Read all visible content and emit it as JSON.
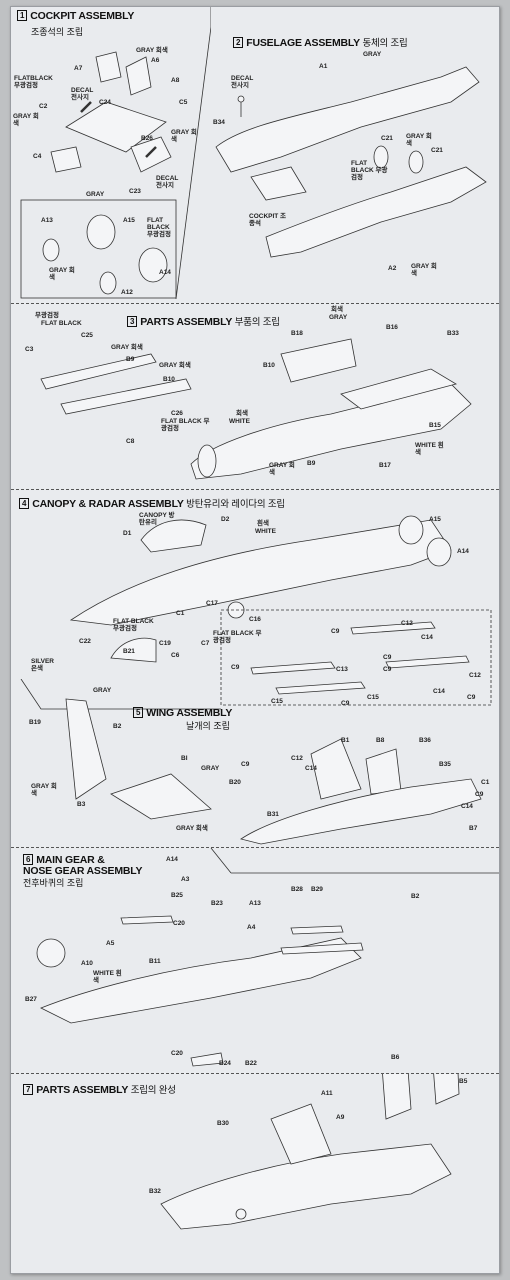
{
  "steps": [
    {
      "num": "1",
      "title": "COCKPIT ASSEMBLY",
      "korean": "조종석의 조립"
    },
    {
      "num": "2",
      "title": "FUSELAGE ASSEMBLY",
      "korean": "동체의 조립"
    },
    {
      "num": "3",
      "title": "PARTS ASSEMBLY",
      "korean": "부품의 조립"
    },
    {
      "num": "4",
      "title": "CANOPY & RADAR ASSEMBLY",
      "korean": "방탄유리와 레이다의 조립"
    },
    {
      "num": "5",
      "title": "WING ASSEMBLY",
      "korean": "날개의 조립"
    },
    {
      "num": "6",
      "title": "MAIN GEAR &",
      "title2": "NOSE GEAR ASSEMBLY",
      "korean": "전후바퀴의 조립"
    },
    {
      "num": "7",
      "title": "PARTS ASSEMBLY",
      "korean": "조립의 완성"
    }
  ],
  "labels": {
    "s1": [
      "GRAY 회색",
      "A6",
      "A7",
      "A8",
      "FLATBLACK 무광검정",
      "DECAL 전사지",
      "C24",
      "C5",
      "C2",
      "GRAY 회색",
      "B26",
      "GRAY 회색",
      "C4",
      "C23",
      "DECAL 전사지",
      "GRAY",
      "A13",
      "A15",
      "FLAT BLACK 무광검정",
      "GRAY 회색",
      "A14",
      "A12"
    ],
    "s2": [
      "GRAY",
      "A1",
      "DECAL 전사지",
      "B34",
      "C21",
      "GRAY 회색",
      "C21",
      "FLAT BLACK 무광검정",
      "COCKPIT 조종석",
      "A2",
      "GRAY 회색"
    ],
    "s3": [
      "무광검정",
      "FLAT BLACK",
      "C25",
      "C3",
      "GRAY 회색",
      "B9",
      "GRAY 회색",
      "B10",
      "회색",
      "GRAY",
      "B16",
      "B33",
      "B18",
      "B10",
      "C26",
      "FLAT BLACK 무광검정",
      "C8",
      "회색",
      "WHITE",
      "B15",
      "WHITE 흰색",
      "GRAY 회색",
      "B9",
      "B17"
    ],
    "s4": [
      "CANOPY 방탄유리",
      "D2",
      "D1",
      "흰색",
      "WHITE",
      "A15",
      "A14",
      "C17",
      "C1",
      "FLAT BLACK 무광검정",
      "C16",
      "C19",
      "C7",
      "FLAT BLACK 무광검정",
      "C6",
      "C22",
      "B21",
      "SILVER 은색",
      "C9",
      "C12",
      "C14",
      "C9",
      "C13",
      "C9",
      "C12",
      "C9",
      "C15",
      "C15",
      "C14",
      "C9",
      "C9"
    ],
    "s5": [
      "GRAY",
      "B19",
      "B2",
      "GRAY 회색",
      "B3",
      "BI",
      "GRAY",
      "B20",
      "GRAY 회색",
      "B1",
      "B8",
      "B36",
      "C9",
      "C12",
      "C14",
      "B35",
      "C1",
      "C14",
      "C9",
      "B31",
      "B7",
      "B28",
      "B29",
      "B2"
    ],
    "s6": [
      "A14",
      "A3",
      "B25",
      "B23",
      "A13",
      "C20",
      "A4",
      "A5",
      "B11",
      "A10",
      "WHITE 흰색",
      "B27",
      "C20",
      "B24",
      "B22"
    ],
    "s7": [
      "B6",
      "B5",
      "A11",
      "A9",
      "B30",
      "B32"
    ]
  }
}
